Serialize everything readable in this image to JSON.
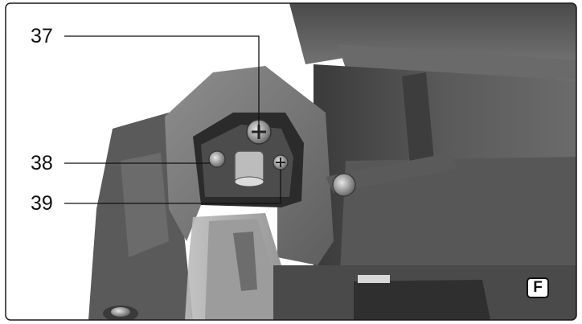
{
  "callouts": {
    "c37": "37",
    "c38": "38",
    "c39": "39"
  },
  "figure_badge": "F",
  "colors": {
    "frame": "#1a1a1a",
    "background": "#ffffff"
  }
}
